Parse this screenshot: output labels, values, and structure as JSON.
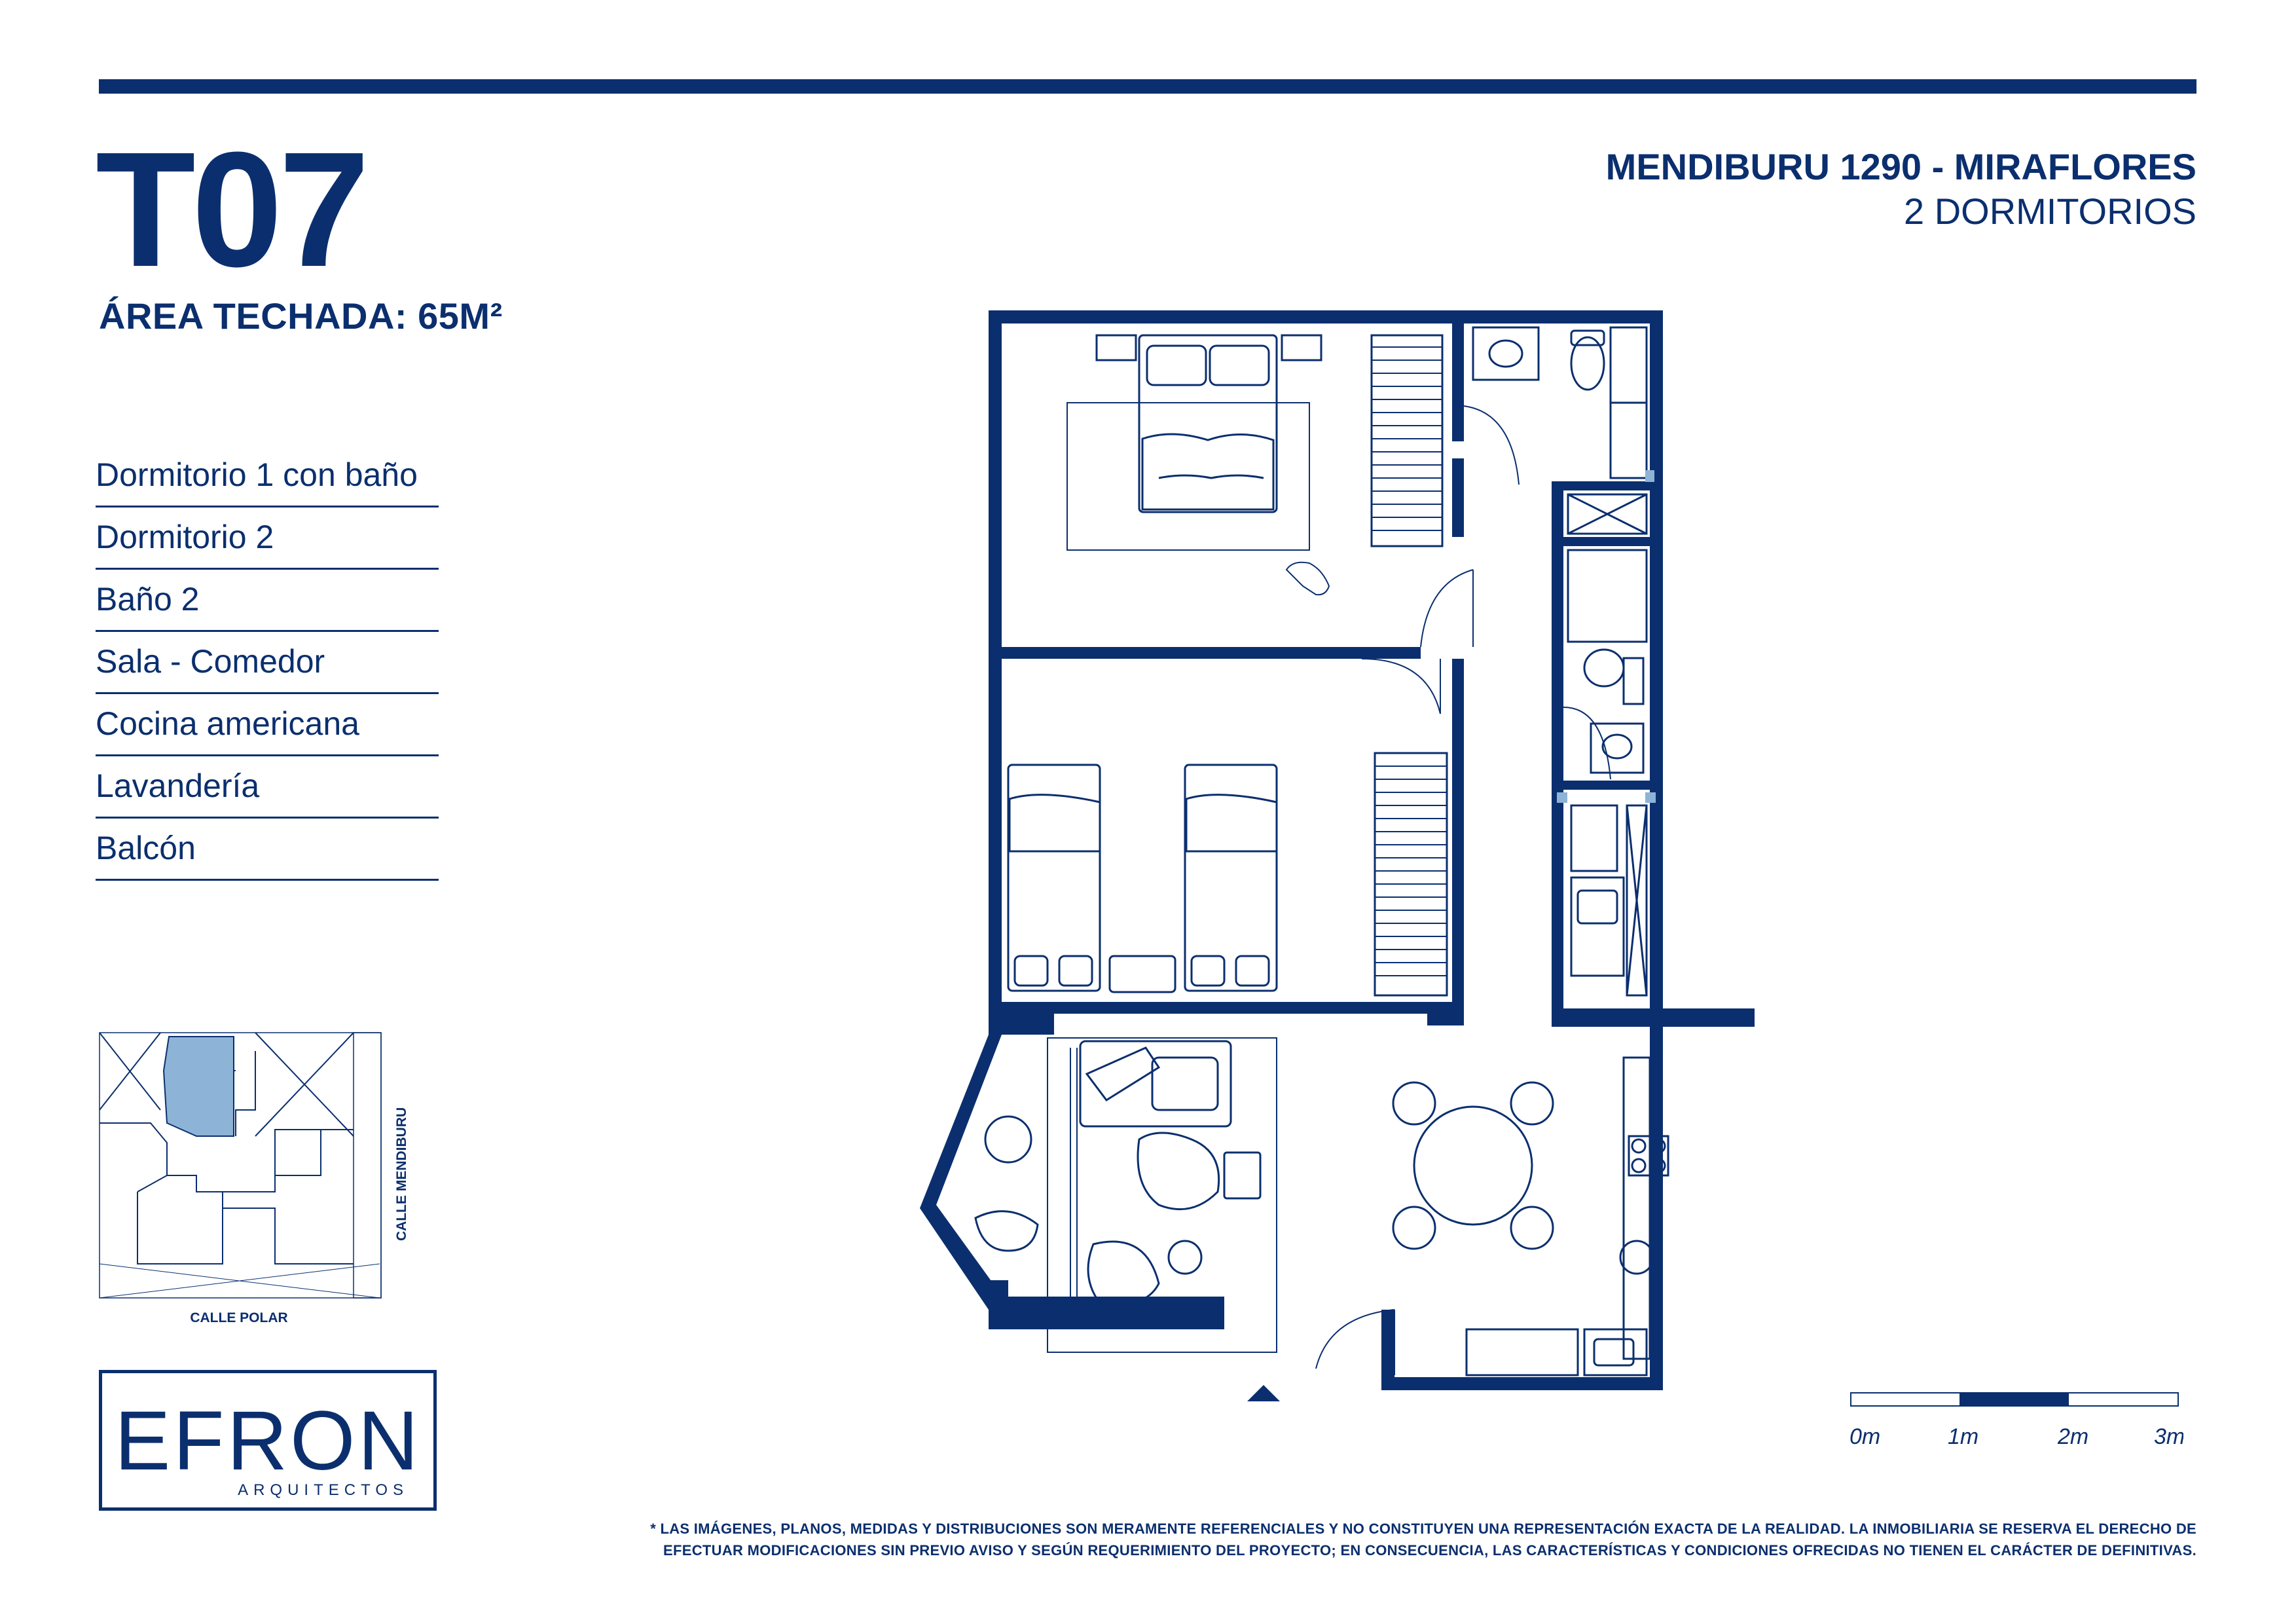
{
  "header": {
    "unit_code": "T07",
    "area": "ÁREA TECHADA: 65M²",
    "project": "MENDIBURU 1290 - MIRAFLORES",
    "bedrooms": "2 DORMITORIOS"
  },
  "features": [
    "Dormitorio 1 con baño",
    "Dormitorio 2",
    "Baño 2",
    "Sala - Comedor",
    "Cocina americana",
    "Lavandería",
    "Balcón"
  ],
  "keyplan": {
    "street_right": "CALLE MENDIBURU",
    "street_bottom": "CALLE POLAR",
    "highlight_color": "#8db3d6"
  },
  "logo": {
    "name": "EFRON",
    "subtitle": "ARQUITECTOS"
  },
  "scale": {
    "labels": [
      "0m",
      "1m",
      "2m",
      "3m"
    ]
  },
  "disclaimer": {
    "line1": "* LAS IMÁGENES, PLANOS, MEDIDAS Y DISTRIBUCIONES SON MERAMENTE REFERENCIALES Y NO CONSTITUYEN UNA REPRESENTACIÓN EXACTA DE LA REALIDAD. LA INMOBILIARIA SE RESERVA EL DERECHO DE",
    "line2": "EFECTUAR MODIFICACIONES SIN PREVIO AVISO Y SEGÚN REQUERIMIENTO DEL PROYECTO; EN CONSECUENCIA, LAS CARACTERÍSTICAS Y CONDICIONES OFRECIDAS NO TIENEN EL CARÁCTER DE DEFINITIVAS."
  },
  "colors": {
    "brand_navy": "#0b2f6e",
    "accent_light_blue": "#8db3d6"
  }
}
